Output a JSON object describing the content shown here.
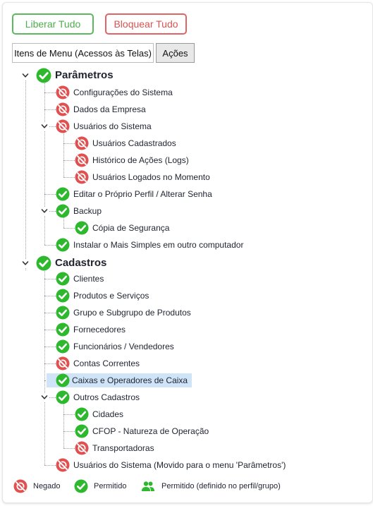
{
  "buttons": {
    "release_all": "Liberar Tudo",
    "block_all": "Bloquear Tudo"
  },
  "tabs": [
    {
      "label": "Itens de Menu (Acessos às Telas)",
      "active": true
    },
    {
      "label": "Ações",
      "active": false
    }
  ],
  "colors": {
    "allowed": "#2eb82e",
    "denied": "#e05050",
    "group": "#2eb82e",
    "selected_bg": "#cfe4f7"
  },
  "tree": [
    {
      "label": "Parâmetros",
      "status": "allowed",
      "level": 0,
      "expanded": true,
      "top": true
    },
    {
      "label": "Configurações do Sistema",
      "status": "denied",
      "level": 1
    },
    {
      "label": "Dados da Empresa",
      "status": "denied",
      "level": 1
    },
    {
      "label": "Usuários do Sistema",
      "status": "denied",
      "level": 1,
      "expanded": true
    },
    {
      "label": "Usuários Cadastrados",
      "status": "denied",
      "level": 2
    },
    {
      "label": "Histórico de Ações (Logs)",
      "status": "denied",
      "level": 2
    },
    {
      "label": "Usuários Logados no Momento",
      "status": "denied",
      "level": 2
    },
    {
      "label": "Editar o Próprio Perfil / Alterar Senha",
      "status": "allowed",
      "level": 1
    },
    {
      "label": "Backup",
      "status": "allowed",
      "level": 1,
      "expanded": true
    },
    {
      "label": "Cópia de Segurança",
      "status": "allowed",
      "level": 2
    },
    {
      "label": "Instalar o Mais Simples em outro computador",
      "status": "allowed",
      "level": 1
    },
    {
      "label": "Cadastros",
      "status": "allowed",
      "level": 0,
      "expanded": true,
      "top": true
    },
    {
      "label": "Clientes",
      "status": "allowed",
      "level": 1
    },
    {
      "label": "Produtos e Serviços",
      "status": "allowed",
      "level": 1
    },
    {
      "label": "Grupo e Subgrupo de Produtos",
      "status": "allowed",
      "level": 1
    },
    {
      "label": "Fornecedores",
      "status": "allowed",
      "level": 1
    },
    {
      "label": "Funcionários / Vendedores",
      "status": "allowed",
      "level": 1
    },
    {
      "label": "Contas Correntes",
      "status": "denied",
      "level": 1
    },
    {
      "label": "Caixas e Operadores de Caixa",
      "status": "allowed",
      "level": 1,
      "selected": true
    },
    {
      "label": "Outros Cadastros",
      "status": "allowed",
      "level": 1,
      "expanded": true
    },
    {
      "label": "Cidades",
      "status": "allowed",
      "level": 2
    },
    {
      "label": "CFOP - Natureza de Operação",
      "status": "allowed",
      "level": 2
    },
    {
      "label": "Transportadoras",
      "status": "denied",
      "level": 2
    },
    {
      "label": "Usuários do Sistema (Movido para o menu 'Parâmetros')",
      "status": "denied",
      "level": 1
    }
  ],
  "legend": [
    {
      "icon": "denied",
      "label": "Negado"
    },
    {
      "icon": "allowed",
      "label": "Permitido"
    },
    {
      "icon": "group",
      "label": "Permitido (definido no perfil/grupo)"
    }
  ]
}
